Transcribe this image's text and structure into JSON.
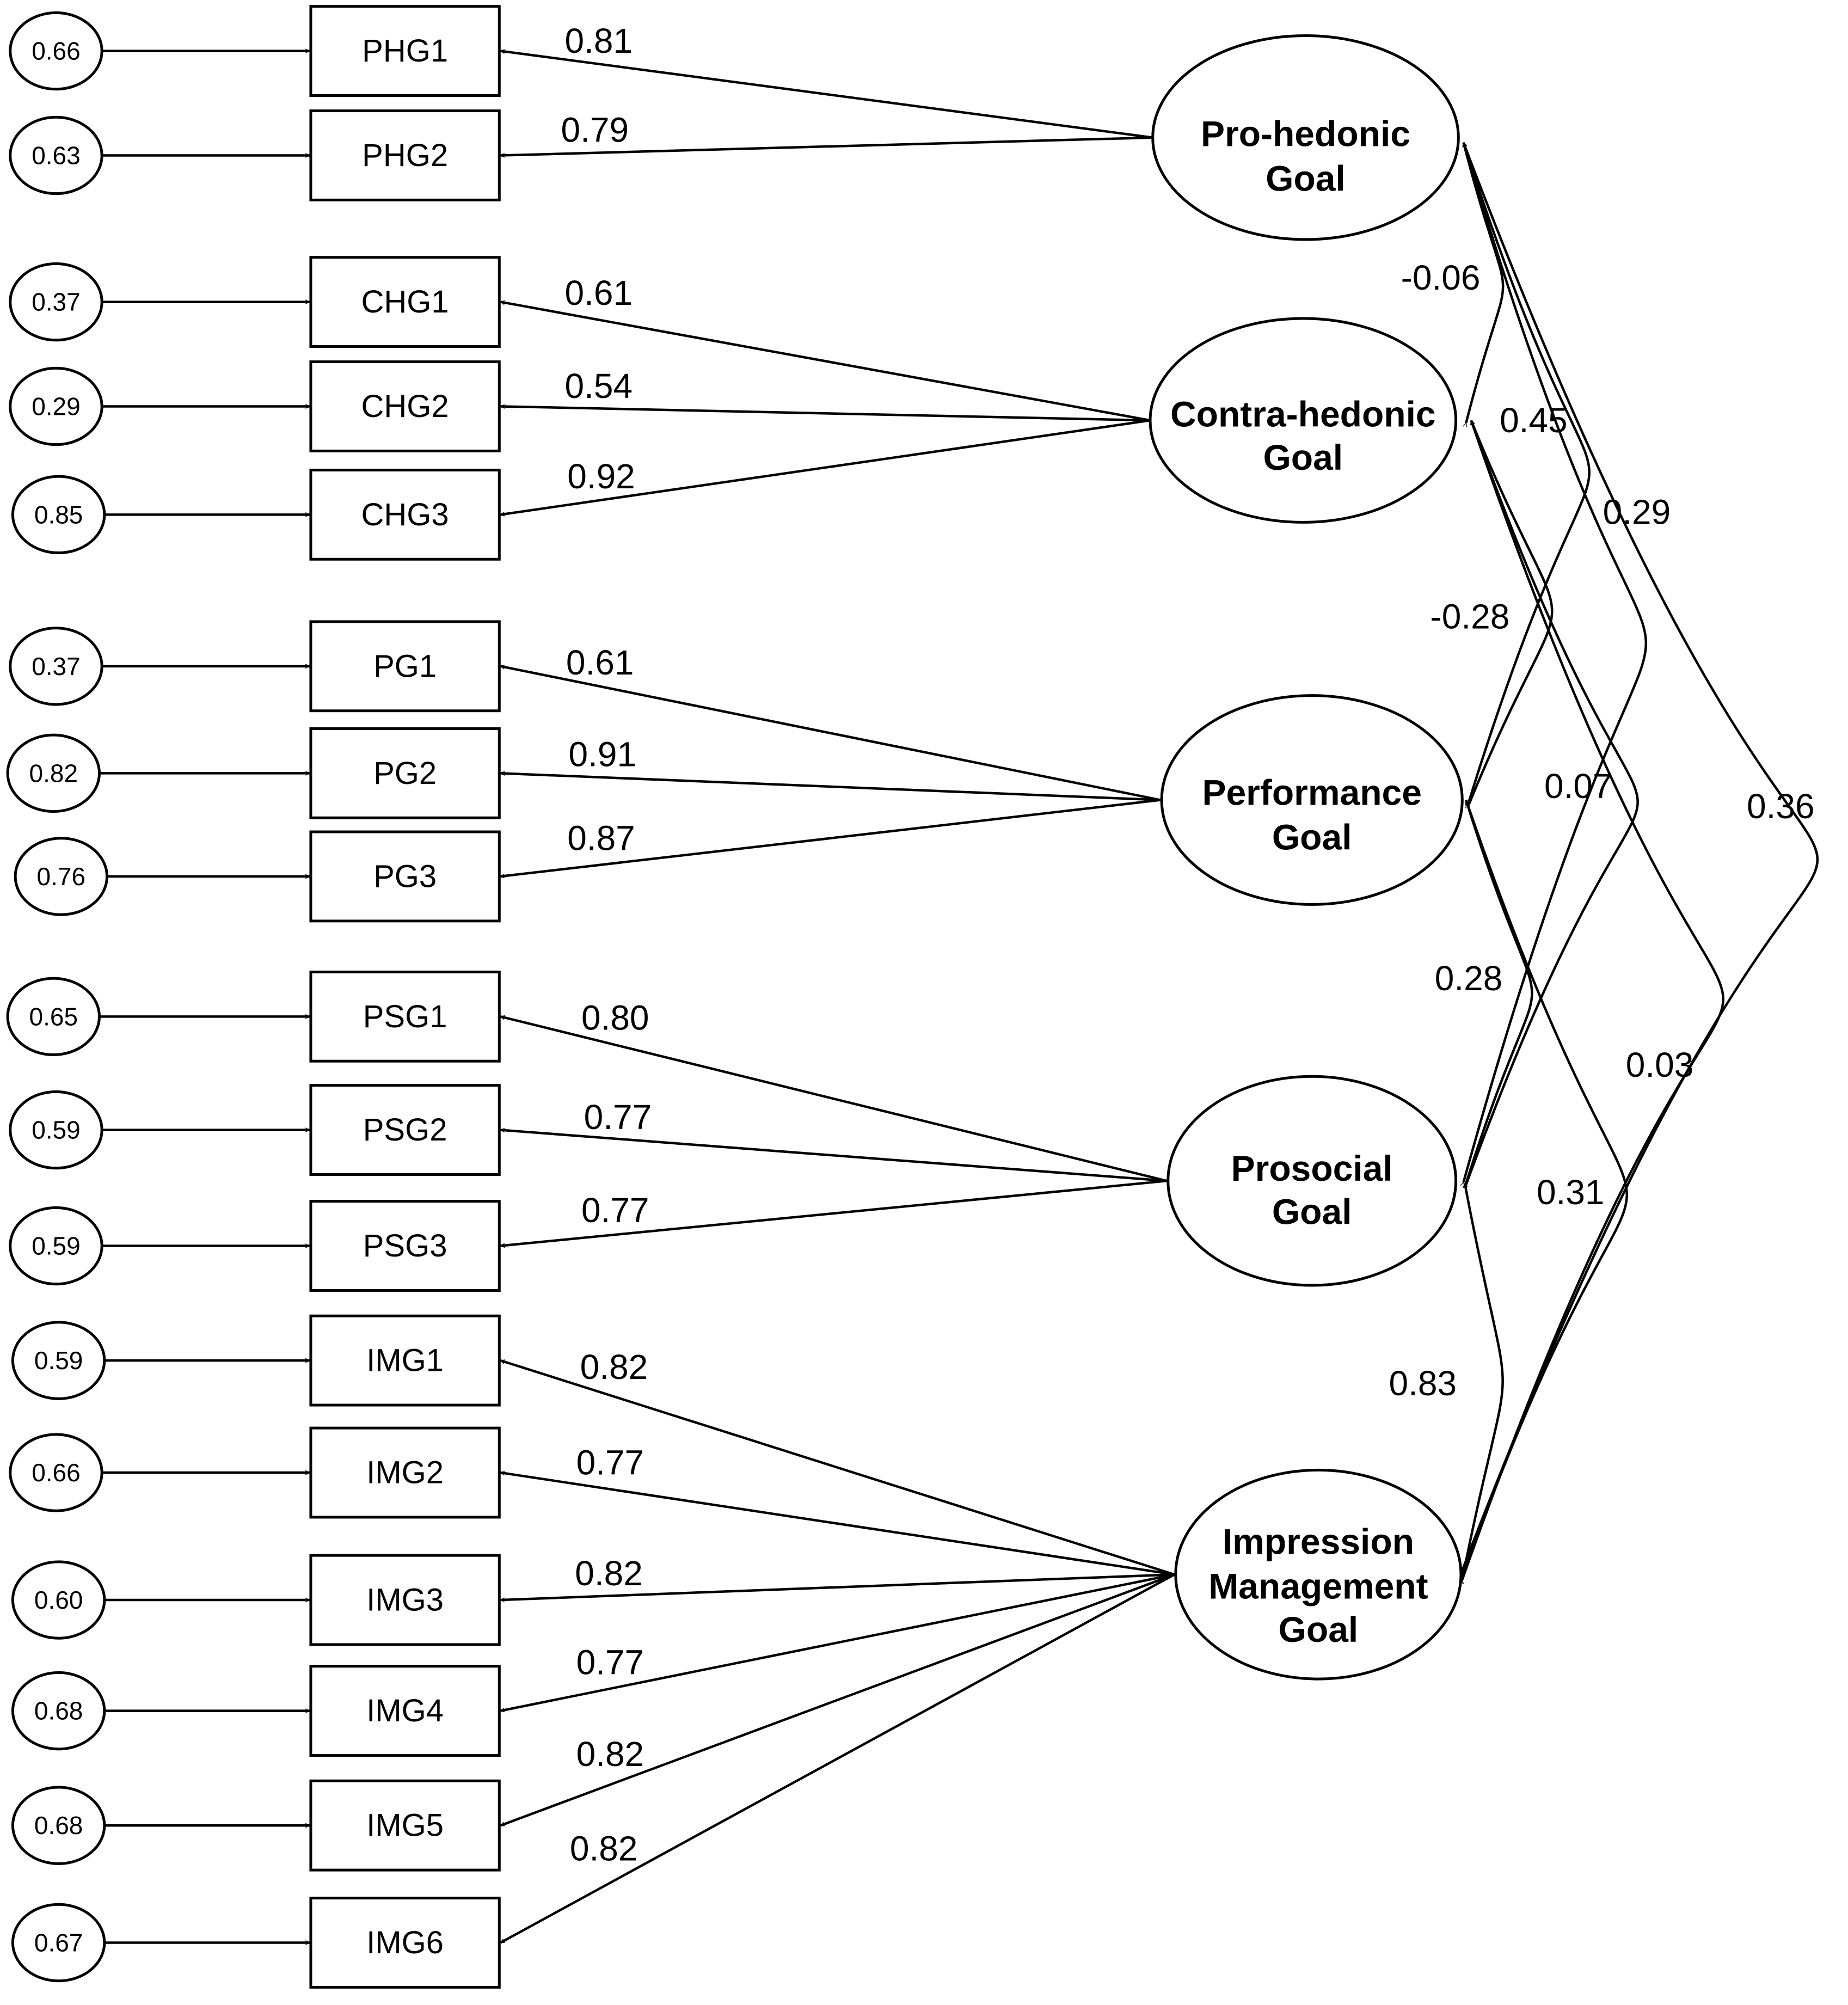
{
  "factors": [
    {
      "id": "PHG",
      "lines": [
        "Pro-hedonic",
        "Goal"
      ]
    },
    {
      "id": "CHG",
      "lines": [
        "Contra-hedonic",
        "Goal"
      ]
    },
    {
      "id": "PG",
      "lines": [
        "Performance",
        "Goal"
      ]
    },
    {
      "id": "PSG",
      "lines": [
        "Prosocial",
        "Goal"
      ]
    },
    {
      "id": "IMG",
      "lines": [
        "Impression",
        "Management",
        "Goal"
      ]
    }
  ],
  "indicators": [
    {
      "label": "PHG1",
      "factor": "PHG",
      "loading": "0.81",
      "error": "0.66"
    },
    {
      "label": "PHG2",
      "factor": "PHG",
      "loading": "0.79",
      "error": "0.63"
    },
    {
      "label": "CHG1",
      "factor": "CHG",
      "loading": "0.61",
      "error": "0.37"
    },
    {
      "label": "CHG2",
      "factor": "CHG",
      "loading": "0.54",
      "error": "0.29"
    },
    {
      "label": "CHG3",
      "factor": "CHG",
      "loading": "0.92",
      "error": "0.85"
    },
    {
      "label": "PG1",
      "factor": "PG",
      "loading": "0.61",
      "error": "0.37"
    },
    {
      "label": "PG2",
      "factor": "PG",
      "loading": "0.91",
      "error": "0.82"
    },
    {
      "label": "PG3",
      "factor": "PG",
      "loading": "0.87",
      "error": "0.76"
    },
    {
      "label": "PSG1",
      "factor": "PSG",
      "loading": "0.80",
      "error": "0.65"
    },
    {
      "label": "PSG2",
      "factor": "PSG",
      "loading": "0.77",
      "error": "0.59"
    },
    {
      "label": "PSG3",
      "factor": "PSG",
      "loading": "0.77",
      "error": "0.59"
    },
    {
      "label": "IMG1",
      "factor": "IMG",
      "loading": "0.82",
      "error": "0.59"
    },
    {
      "label": "IMG2",
      "factor": "IMG",
      "loading": "0.77",
      "error": "0.66"
    },
    {
      "label": "IMG3",
      "factor": "IMG",
      "loading": "0.82",
      "error": "0.60"
    },
    {
      "label": "IMG4",
      "factor": "IMG",
      "loading": "0.77",
      "error": "0.68"
    },
    {
      "label": "IMG5",
      "factor": "IMG",
      "loading": "0.82",
      "error": "0.68"
    },
    {
      "label": "IMG6",
      "factor": "IMG",
      "loading": "0.82",
      "error": "0.67"
    }
  ],
  "correlations": [
    {
      "from": "PHG",
      "to": "CHG",
      "value": "-0.06"
    },
    {
      "from": "PHG",
      "to": "PG",
      "value": "0.45"
    },
    {
      "from": "PHG",
      "to": "PSG",
      "value": "0.29"
    },
    {
      "from": "PHG",
      "to": "IMG",
      "value": "0.36"
    },
    {
      "from": "CHG",
      "to": "PG",
      "value": "-0.28"
    },
    {
      "from": "CHG",
      "to": "PSG",
      "value": "0.07"
    },
    {
      "from": "CHG",
      "to": "IMG",
      "value": "0.03"
    },
    {
      "from": "PG",
      "to": "PSG",
      "value": "0.28"
    },
    {
      "from": "PG",
      "to": "IMG",
      "value": "0.31"
    },
    {
      "from": "PSG",
      "to": "IMG",
      "value": "0.83"
    }
  ]
}
